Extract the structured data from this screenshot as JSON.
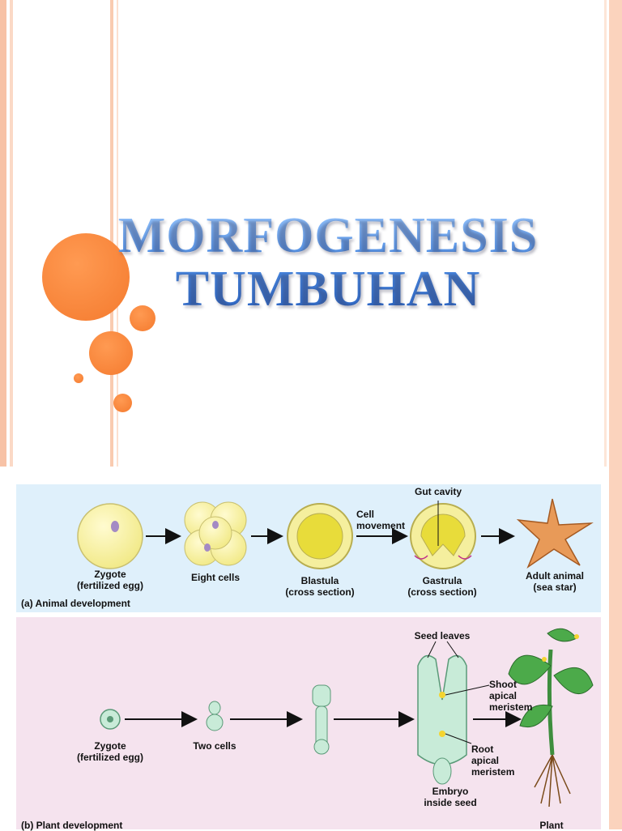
{
  "slide": {
    "title_line1": "MORFOGENESIS",
    "title_line2": "TUMBUHAN"
  },
  "figure": {
    "animal": {
      "caption": "(a)  Animal development",
      "zygote": "Zygote\n(fertilized egg)",
      "eight_cells": "Eight cells",
      "blastula": "Blastula\n(cross section)",
      "cell_movement": "Cell\nmovement",
      "gut_cavity": "Gut cavity",
      "gastrula": "Gastrula\n(cross section)",
      "adult": "Adult animal\n(sea star)"
    },
    "plant": {
      "caption": "(b)  Plant development",
      "zygote": "Zygote\n(fertilized egg)",
      "two_cells": "Two cells",
      "seed_leaves": "Seed leaves",
      "shoot_meristem": "Shoot\napical\nmeristem",
      "root_meristem": "Root\napical\nmeristem",
      "embryo": "Embryo\ninside seed",
      "plant": "Plant"
    }
  },
  "colors": {
    "accent_orange": "#f47a2e",
    "title_blue": "#4a86e0",
    "panel_a_bg": "#dff0fb",
    "panel_b_bg": "#f5e3ee"
  }
}
